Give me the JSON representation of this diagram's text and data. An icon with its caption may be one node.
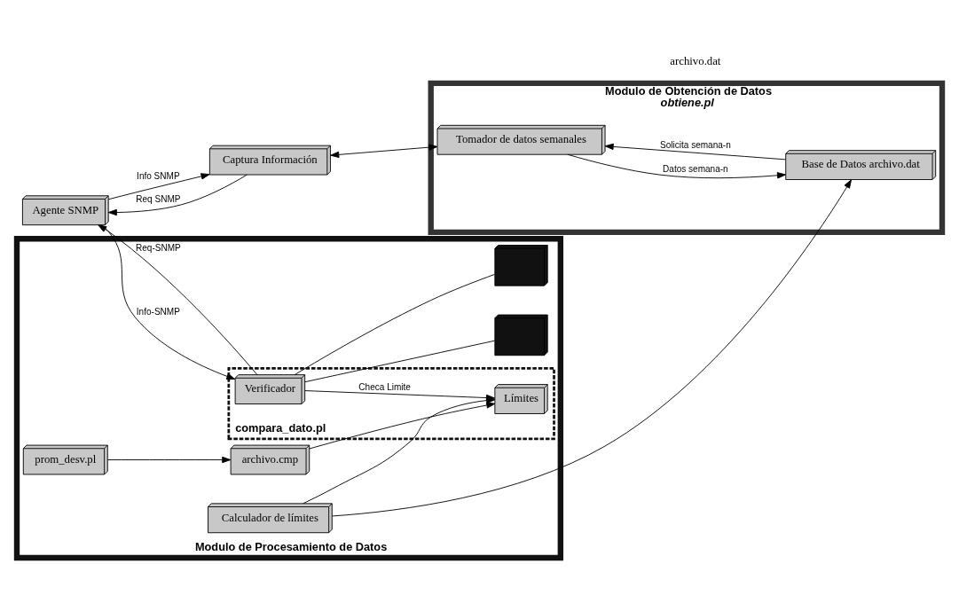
{
  "diagram": {
    "nodes": [
      {
        "text": [
          "Agente SNMP"
        ]
      },
      {
        "text": [
          "Captura Información"
        ]
      },
      {
        "text": [
          "Modulo de Obtención de Datos",
          "obtiene.pl"
        ]
      },
      {
        "text": [
          "Tomador de datos semanales"
        ],
        "in": 2
      },
      {
        "text": [
          "Base de Datos archivo.dat"
        ],
        "in": 2
      },
      {
        "text": [
          "Modulo de Procesamiento de Datos"
        ]
      },
      {
        "text": [
          "compara_dato.pl"
        ],
        "in": 5
      },
      {
        "text": [
          "Verificador"
        ],
        "in": 6
      },
      {
        "text": [
          "Límites"
        ],
        "in": 6
      },
      {
        "text": [
          "prom_desv.pl"
        ],
        "in": 5
      },
      {
        "text": [
          "Calculador de límites"
        ],
        "in": 5
      },
      {
        "text": [
          "archivo.cmp"
        ],
        "in": 5
      },
      {
        "text": [],
        "shape": "box",
        "in": 5
      },
      {
        "text": [],
        "shape": "box",
        "in": 5
      }
    ],
    "edges": [
      {
        "from": 0,
        "to": 1,
        "arrow": "to",
        "label": "Info SNMP"
      },
      {
        "from": 1,
        "to": 0,
        "arrow": "to",
        "label": "Req SNMP"
      },
      {
        "from": 1,
        "to": 3,
        "arrow": "both"
      },
      {
        "from": 3,
        "to": 4,
        "arrow": "to",
        "label": "Datos semana-n"
      },
      {
        "from": 4,
        "to": 3,
        "arrow": "to",
        "label": "Solicita semana-n"
      },
      {
        "from": 10,
        "to": 4,
        "arrow": "to"
      },
      {
        "from": 0,
        "to": 7,
        "arrow": "to",
        "label": "Info-SNMP"
      },
      {
        "from": 7,
        "to": 0,
        "arrow": "to",
        "label": "Req-SNMP"
      },
      {
        "from": 7,
        "to": 8,
        "arrow": "to",
        "label": "Checa Limite"
      },
      {
        "from": 10,
        "to": 8,
        "arrow": "to"
      },
      {
        "from": 11,
        "to": 8,
        "arrow": "to"
      },
      {
        "from": 9,
        "to": 11,
        "arrow": "to"
      },
      {
        "from": 7,
        "to": 12,
        "arrow": "none"
      },
      {
        "from": 7,
        "to": 13,
        "arrow": "none"
      }
    ],
    "labels": [
      "archivo.dat"
    ]
  }
}
